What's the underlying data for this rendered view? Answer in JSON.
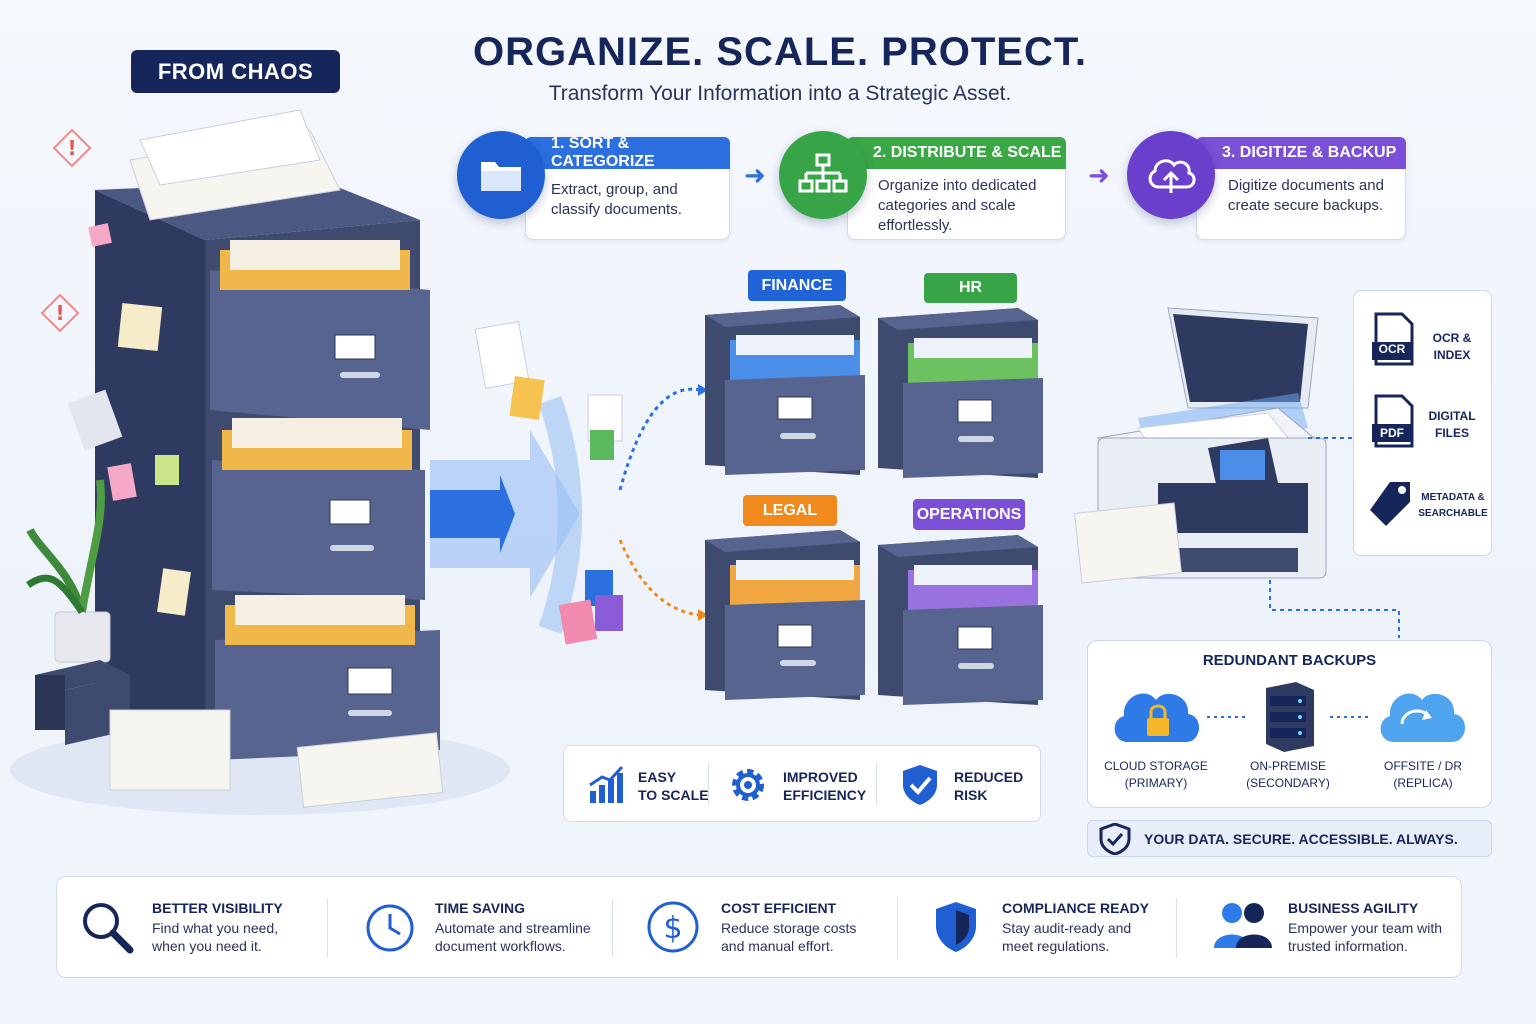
{
  "header": {
    "badge": "FROM CHAOS",
    "title": "ORGANIZE. SCALE. PROTECT.",
    "subtitle": "Transform Your Information into a Strategic Asset."
  },
  "steps": [
    {
      "title": "1. SORT & CATEGORIZE",
      "desc_line1": "Extract, group, and",
      "desc_line2": "classify documents.",
      "desc_line3": "",
      "color": "#2c6fdf",
      "icon": "folder-icon"
    },
    {
      "title": "2. DISTRIBUTE & SCALE",
      "desc_line1": "Organize into dedicated",
      "desc_line2": "categories and scale",
      "desc_line3": "effortlessly.",
      "color": "#3aa845",
      "icon": "hierarchy-icon"
    },
    {
      "title": "3. DIGITIZE & BACKUP",
      "desc_line1": "Digitize documents and",
      "desc_line2": "create secure backups.",
      "desc_line3": "",
      "color": "#7b4fd6",
      "icon": "cloud-upload-icon"
    }
  ],
  "categories": [
    {
      "label": "FINANCE",
      "color": "#1f63d6",
      "folder_color": "#4a8ee8"
    },
    {
      "label": "HR",
      "color": "#37a547",
      "folder_color": "#6cc160"
    },
    {
      "label": "LEGAL",
      "color": "#f08a1c",
      "folder_color": "#f2a842"
    },
    {
      "label": "OPERATIONS",
      "color": "#7b4fd6",
      "folder_color": "#9a72e0"
    }
  ],
  "mid_benefits": [
    {
      "line1": "EASY",
      "line2": "TO SCALE",
      "icon": "bar-chart-icon"
    },
    {
      "line1": "IMPROVED",
      "line2": "EFFICIENCY",
      "icon": "gear-icon"
    },
    {
      "line1": "REDUCED",
      "line2": "RISK",
      "icon": "shield-check-icon"
    }
  ],
  "digital_panel": [
    {
      "icon_text": "OCR",
      "line1": "OCR &",
      "line2": "INDEX"
    },
    {
      "icon_text": "PDF",
      "line1": "DIGITAL",
      "line2": "FILES"
    },
    {
      "icon_text": "",
      "line1": "METADATA &",
      "line2": "SEARCHABLE"
    }
  ],
  "backups": {
    "title": "REDUNDANT BACKUPS",
    "items": [
      {
        "line1": "CLOUD STORAGE",
        "line2": "(PRIMARY)",
        "icon": "cloud-lock-icon"
      },
      {
        "line1": "ON-PREMISE",
        "line2": "(SECONDARY)",
        "icon": "server-icon"
      },
      {
        "line1": "OFFSITE / DR",
        "line2": "(REPLICA)",
        "icon": "cloud-sync-icon"
      }
    ],
    "secure_text": "YOUR DATA. SECURE. ACCESSIBLE. ALWAYS."
  },
  "benefits": [
    {
      "title": "BETTER VISIBILITY",
      "line1": "Find what you need,",
      "line2": "when you need it.",
      "icon": "search-icon"
    },
    {
      "title": "TIME SAVING",
      "line1": "Automate and streamline",
      "line2": "document workflows.",
      "icon": "clock-icon"
    },
    {
      "title": "COST EFFICIENT",
      "line1": "Reduce storage costs",
      "line2": "and manual effort.",
      "icon": "dollar-icon"
    },
    {
      "title": "COMPLIANCE READY",
      "line1": "Stay audit-ready and",
      "line2": "meet regulations.",
      "icon": "shield-icon"
    },
    {
      "title": "BUSINESS AGILITY",
      "line1": "Empower your team with",
      "line2": "trusted information.",
      "icon": "team-icon"
    }
  ],
  "colors": {
    "navy": "#17265a",
    "cabinet": "#3e4a6e",
    "cabinet_dark": "#2c3656"
  }
}
